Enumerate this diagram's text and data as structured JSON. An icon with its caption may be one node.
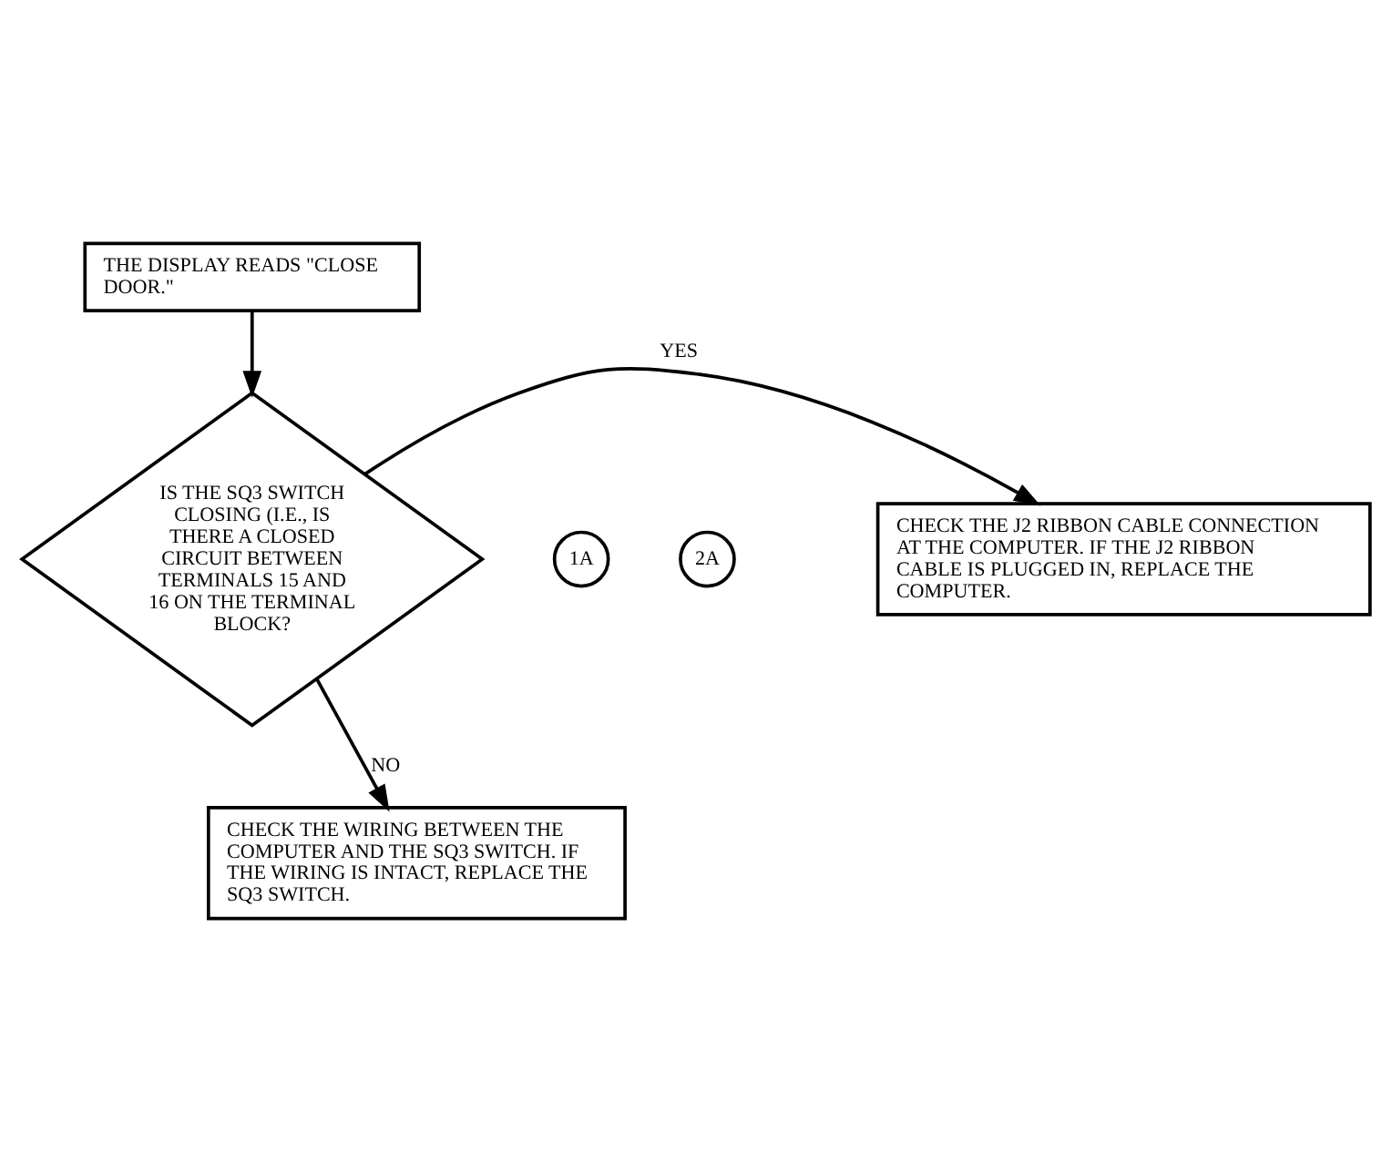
{
  "diagram": {
    "nodes": [
      {
        "text": [
          "THE DISPLAY READS \"CLOSE DOOR.\""
        ]
      },
      {
        "text": [
          "IS THE SQ3 SWITCH CLOSING (I.E., IS THERE A CLOSED CIRCUIT BETWEEN TERMINALS 15 AND 16 ON THE TERMINAL BLOCK?"
        ]
      },
      {
        "text": [
          "CHECK THE J2 RIBBON CABLE CONNECTION AT THE COMPUTER. IF THE J2 RIBBON CABLE IS PLUGGED IN, REPLACE THE COMPUTER."
        ]
      },
      {
        "text": [
          "CHECK THE WIRING BETWEEN THE COMPUTER AND THE SQ3 SWITCH. IF THE WIRING IS INTACT, REPLACE THE SQ3 SWITCH."
        ]
      },
      {
        "text": [
          "2A"
        ]
      },
      {
        "text": [
          "1A"
        ]
      }
    ],
    "edges": [
      {
        "from": 0,
        "to": 1,
        "arrow": "to"
      },
      {
        "from": 1,
        "to": 2,
        "arrow": "to",
        "label": "YES"
      },
      {
        "from": 1,
        "to": 3,
        "arrow": "to",
        "label": "NO"
      }
    ]
  }
}
